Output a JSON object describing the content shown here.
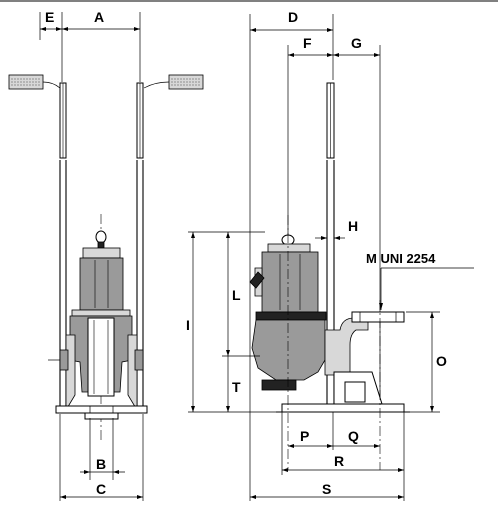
{
  "labels": {
    "E": "E",
    "A": "A",
    "D": "D",
    "F": "F",
    "G": "G",
    "H": "H",
    "I": "I",
    "L": "L",
    "T": "T",
    "O": "O",
    "B": "B",
    "C": "C",
    "P": "P",
    "Q": "Q",
    "R": "R",
    "S": "S",
    "flange_note": "M UNI 2254"
  }
}
